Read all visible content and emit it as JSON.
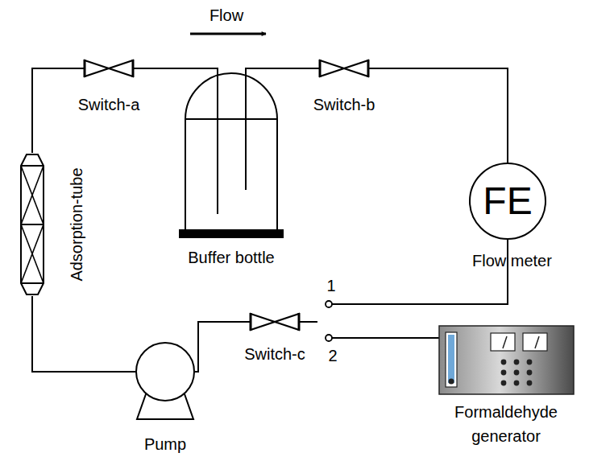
{
  "diagram": {
    "nodes": [
      {
        "text": [
          "Switch-a"
        ]
      },
      {
        "text": [
          "Buffer bottle"
        ]
      },
      {
        "text": [
          "Switch-b"
        ]
      },
      {
        "text": [
          "Adsorption-tube"
        ]
      },
      {
        "text": [
          "FE",
          "Flow meter"
        ]
      },
      {
        "text": [
          "Switch-c"
        ]
      },
      {
        "text": [
          "Pump"
        ]
      },
      {
        "text": [
          "Formaldehyde generator"
        ]
      }
    ],
    "edges": [
      {
        "from": 3,
        "to": 0,
        "arrow": "none"
      },
      {
        "from": 0,
        "to": 1,
        "arrow": "none"
      },
      {
        "from": 1,
        "to": 2,
        "arrow": "none"
      },
      {
        "from": 2,
        "to": 4,
        "arrow": "none"
      },
      {
        "from": 6,
        "to": 3,
        "arrow": "none"
      },
      {
        "from": 6,
        "to": 5,
        "arrow": "none"
      }
    ],
    "labels": [
      "Flow",
      "1",
      "2"
    ]
  }
}
